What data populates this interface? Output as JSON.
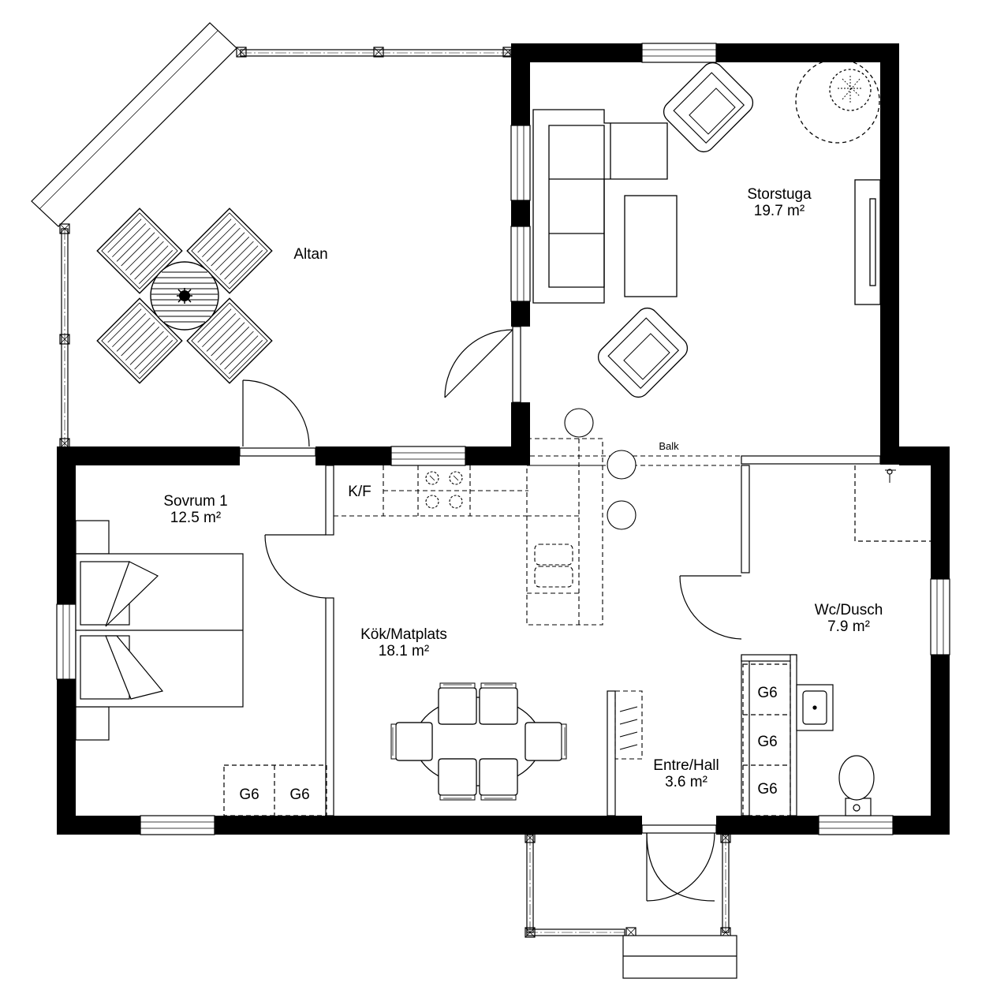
{
  "rooms": {
    "altan": {
      "name": "Altan"
    },
    "storstuga": {
      "name": "Storstuga",
      "area": "19.7 m²"
    },
    "sovrum": {
      "name": "Sovrum 1",
      "area": "12.5 m²"
    },
    "kok": {
      "name": "Kök/Matplats",
      "area": "18.1 m²"
    },
    "wc": {
      "name": "Wc/Dusch",
      "area": "7.9 m²"
    },
    "entre": {
      "name": "Entre/Hall",
      "area": "3.6 m²"
    }
  },
  "labels": {
    "balk": "Balk",
    "kf": "K/F",
    "wardrobe": "G6"
  },
  "colors": {
    "wall": "#000000",
    "line": "#000000",
    "background": "#ffffff"
  }
}
